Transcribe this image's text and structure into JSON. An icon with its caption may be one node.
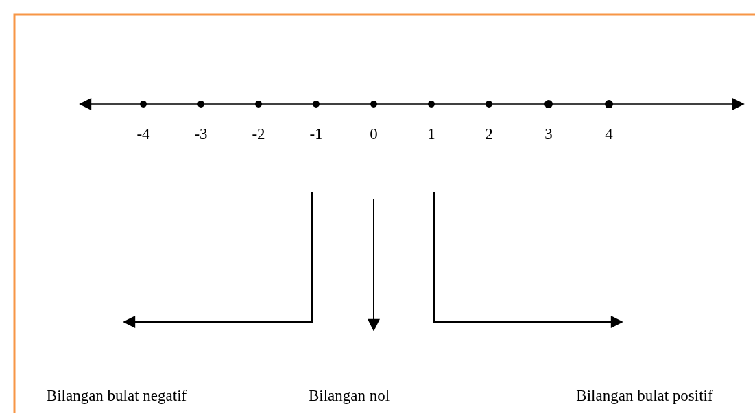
{
  "diagram": {
    "labels": [
      "-4",
      "-3",
      "-2",
      "-1",
      "0",
      "1",
      "2",
      "3",
      "4",
      "Bilangan bulat negatif",
      "Bilangan nol",
      "Bilangan bulat positif"
    ]
  }
}
